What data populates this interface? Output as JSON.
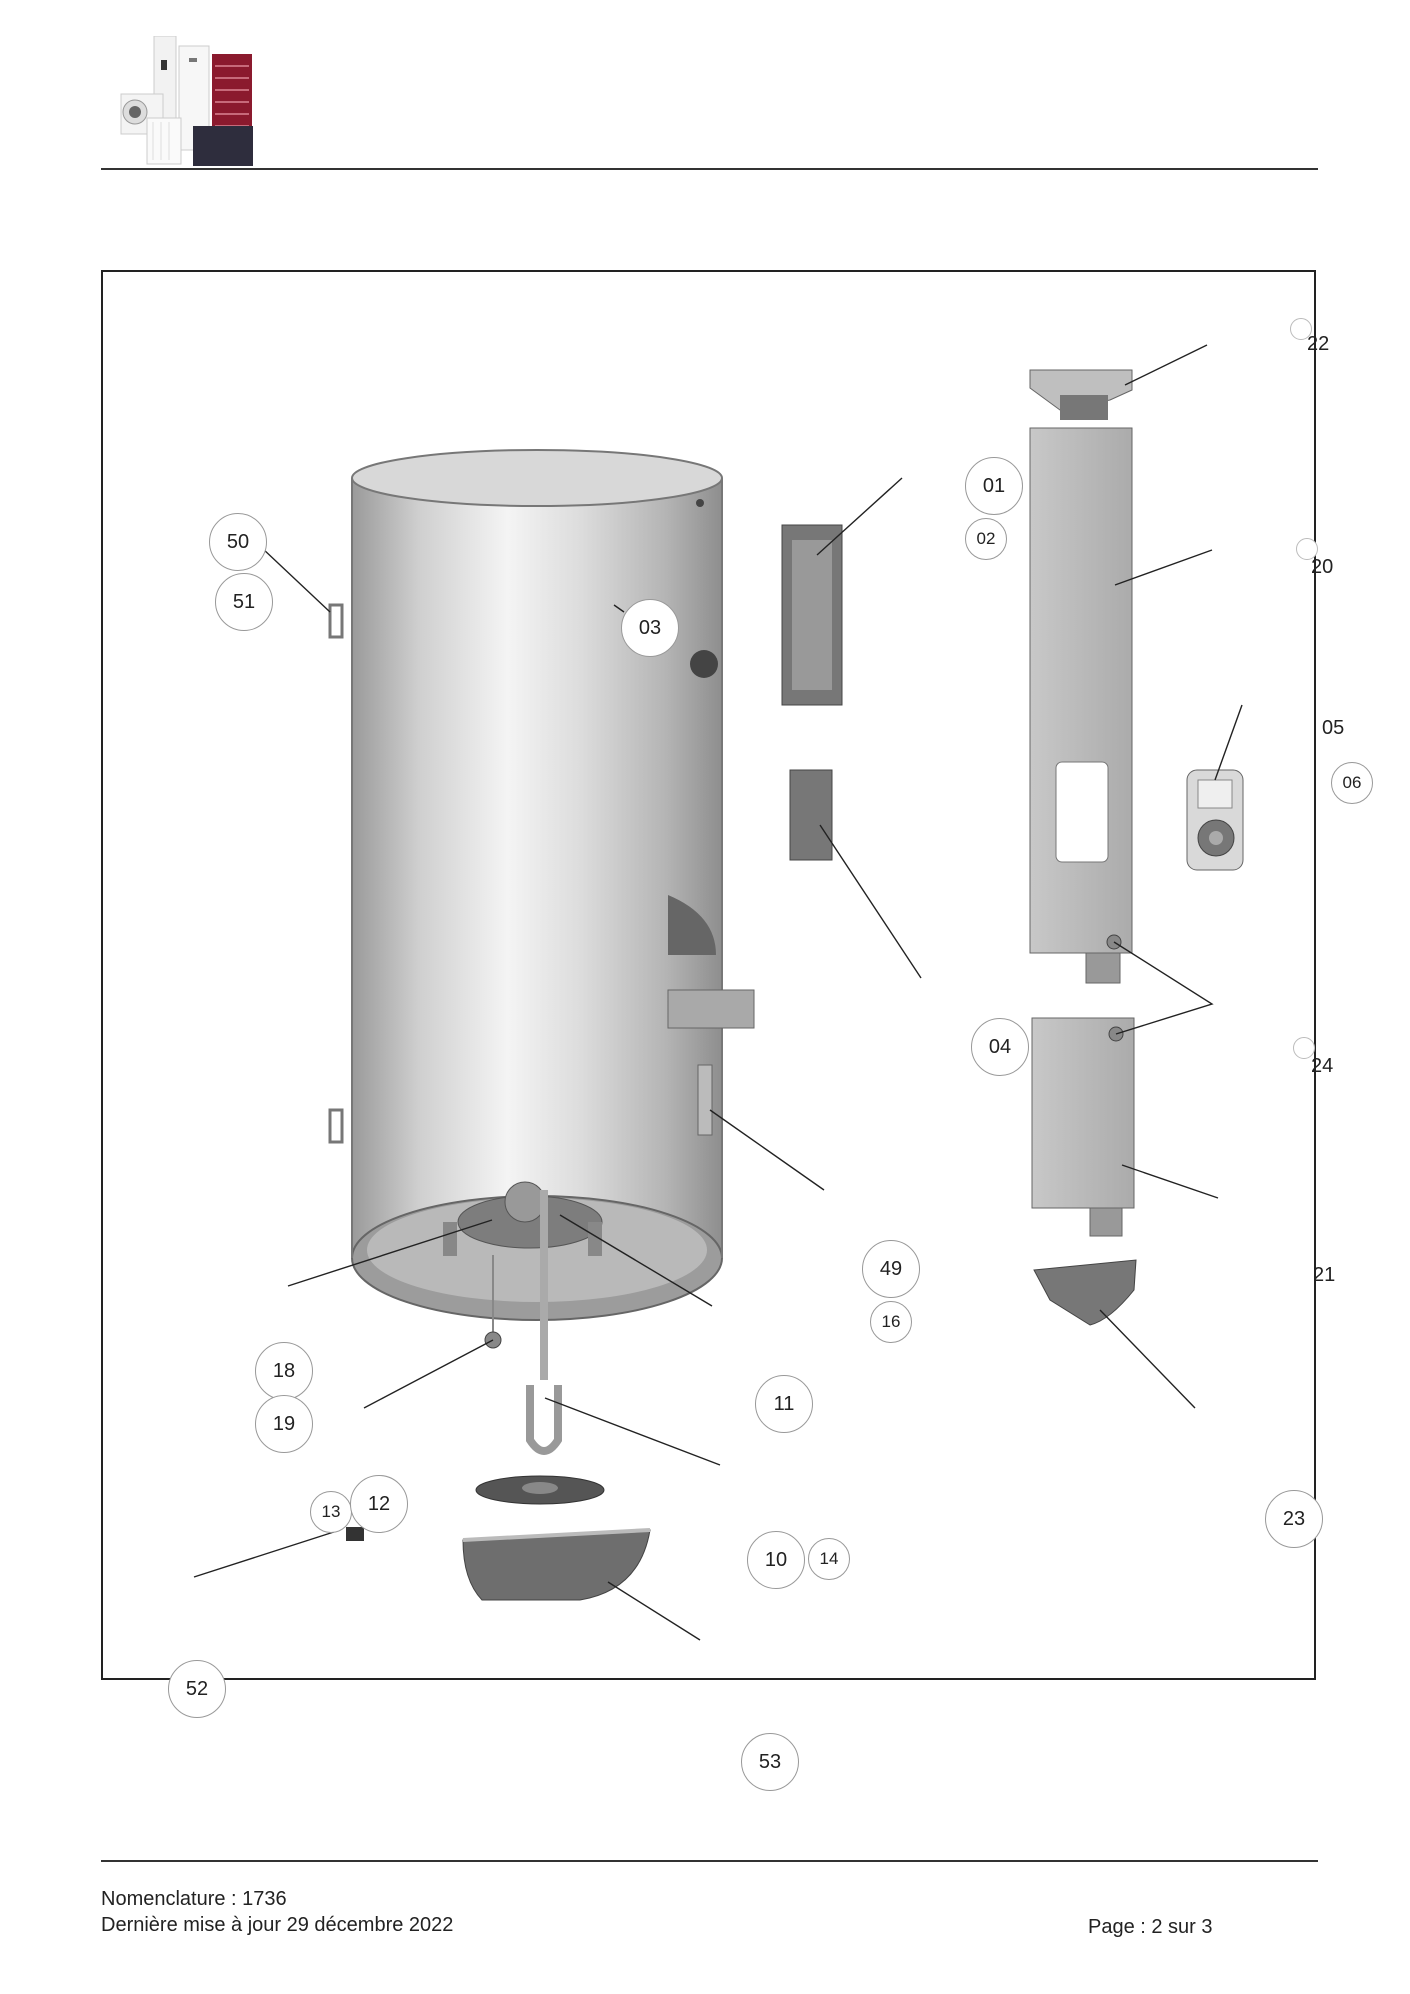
{
  "callouts": {
    "c01": "01",
    "c02": "02",
    "c03": "03",
    "c04": "04",
    "c05": "05",
    "c06": "06",
    "c10": "10",
    "c11": "11",
    "c12": "12",
    "c13": "13",
    "c14": "14",
    "c16": "16",
    "c18": "18",
    "c19": "19",
    "c20": "20",
    "c21": "21",
    "c22": "22",
    "c23": "23",
    "c24": "24",
    "c49": "49",
    "c50": "50",
    "c51": "51",
    "c52": "52",
    "c53": "53"
  },
  "footer": {
    "nomenclature": "Nomenclature : 1736",
    "updated": "Dernière mise à jour 29 décembre 2022",
    "page": "Page : 2 sur 3"
  },
  "colors": {
    "rule": "#333333",
    "logo_red": "#8b1a2e",
    "logo_dark": "#2e2d3d"
  }
}
